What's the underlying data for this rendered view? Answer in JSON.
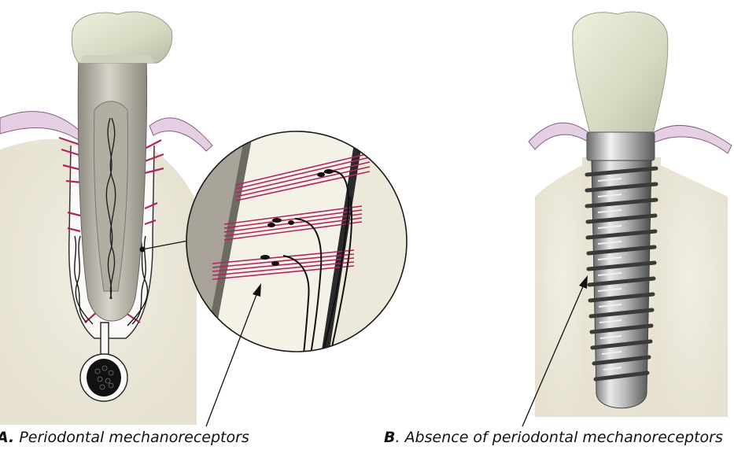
{
  "panel_a": {
    "letter": "A.",
    "caption": " Periodontal mechanoreceptors"
  },
  "panel_b": {
    "letter": "B",
    "caption": ". Absence of periodontal mechanoreceptors"
  },
  "colors": {
    "bone": "#ece8da",
    "gum": "#d6b8d8",
    "ligament": "#b3245f",
    "enamel": "#dfe0cc",
    "root": "#bdb9ae",
    "nerve": "#1a1a1a",
    "metal": "#9a9a9a"
  }
}
